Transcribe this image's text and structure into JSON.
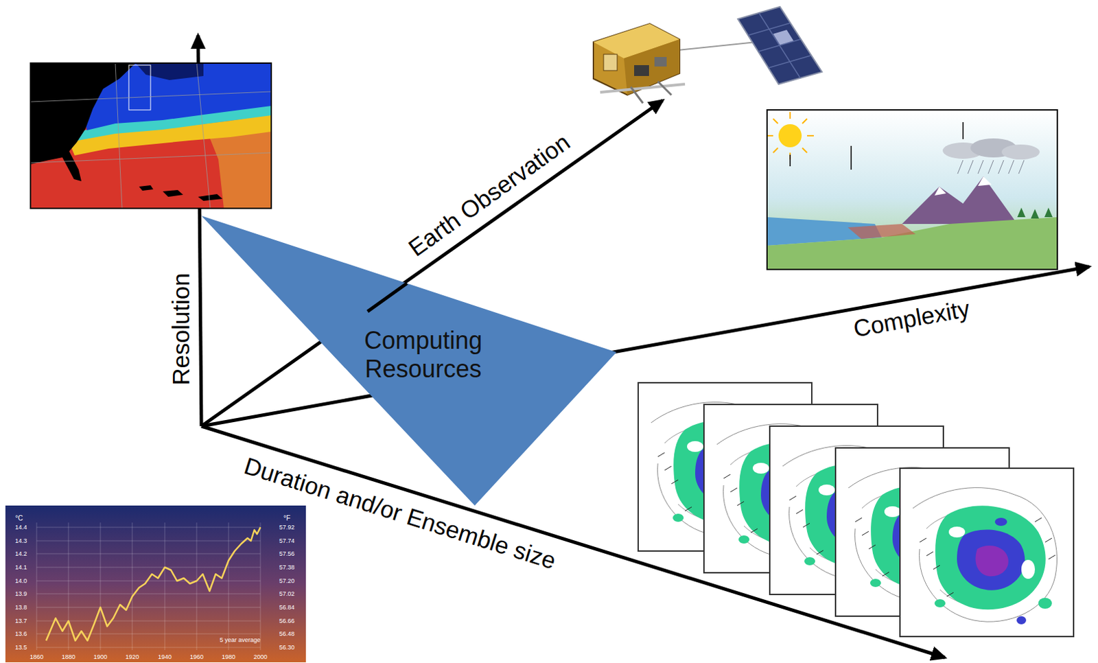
{
  "diagram": {
    "nodes": [
      {
        "text": [
          "Computing Resources"
        ]
      }
    ],
    "labels": [
      "Resolution",
      "Earth Observation",
      "Complexity",
      "Duration and/or Ensemble size",
      "°C",
      "°F",
      "14.4",
      "14.3",
      "14.2",
      "14.1",
      "14.0",
      "13.9",
      "13.8",
      "13.7",
      "13.6",
      "13.5",
      "57.92",
      "57.74",
      "57.56",
      "57.38",
      "57.20",
      "57.02",
      "56.84",
      "56.66",
      "56.48",
      "56.30",
      "1860",
      "1880",
      "1900",
      "1920",
      "1940",
      "1960",
      "1980",
      "2000",
      "5 year average"
    ]
  }
}
